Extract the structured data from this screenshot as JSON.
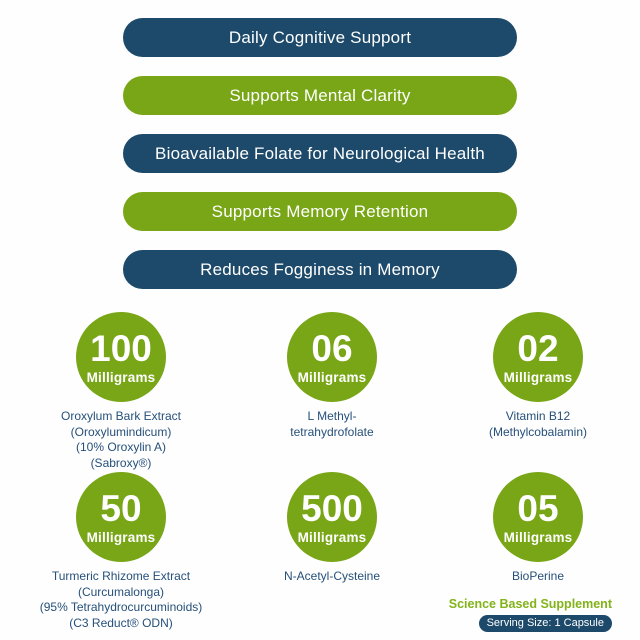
{
  "colors": {
    "dark_blue": "#1d4a6a",
    "green": "#78a616",
    "label_blue": "#26507a",
    "tagline_green": "#82b319",
    "background": "#fefefe"
  },
  "banners": [
    {
      "label": "Daily Cognitive Support",
      "color": "dark_blue"
    },
    {
      "label": "Supports Mental Clarity",
      "color": "green"
    },
    {
      "label": "Bioavailable Folate for Neurological Health",
      "color": "dark_blue"
    },
    {
      "label": "Supports Memory Retention",
      "color": "green"
    },
    {
      "label": "Reduces Fogginess in Memory",
      "color": "dark_blue"
    }
  ],
  "ingredients": [
    {
      "amount": "100",
      "unit": "Milligrams",
      "name_lines": [
        "Oroxylum Bark Extract",
        "(Oroxylumindicum)",
        "(10% Oroxylin A)",
        "(Sabroxy®)"
      ]
    },
    {
      "amount": "06",
      "unit": "Milligrams",
      "name_lines": [
        "L Methyl-",
        "tetrahydrofolate"
      ]
    },
    {
      "amount": "02",
      "unit": "Milligrams",
      "name_lines": [
        "Vitamin B12",
        "(Methylcobalamin)"
      ]
    },
    {
      "amount": "50",
      "unit": "Milligrams",
      "name_lines": [
        "Turmeric Rhizome Extract",
        "(Curcumalonga)",
        "(95% Tetrahydrocurcuminoids)",
        "(C3 Reduct® ODN)"
      ]
    },
    {
      "amount": "500",
      "unit": "Milligrams",
      "name_lines": [
        "N-Acetyl-Cysteine"
      ]
    },
    {
      "amount": "05",
      "unit": "Milligrams",
      "name_lines": [
        "BioPerine"
      ]
    }
  ],
  "footer": {
    "tagline": "Science Based Supplement",
    "serving_size": "Serving Size: 1 Capsule"
  }
}
